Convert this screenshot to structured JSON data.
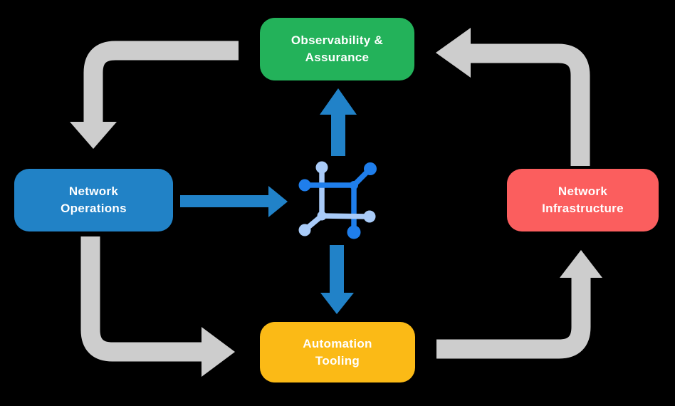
{
  "background_color": "#000000",
  "boxes": {
    "observability": {
      "label": "Observability & Assurance",
      "line1": "Observability &",
      "line2": "Assurance",
      "color": "#23B25A"
    },
    "network_operations": {
      "label": "Network Operations",
      "line1": "Network",
      "line2": "Operations",
      "color": "#2182C6"
    },
    "network_infrastructure": {
      "label": "Network Infrastructure",
      "line1": "Network",
      "line2": "Infrastructure",
      "color": "#FB5E5E"
    },
    "automation_tooling": {
      "label": "Automation Tooling",
      "line1": "Automation",
      "line2": "Tooling",
      "color": "#FBBA16"
    }
  },
  "center_icon": {
    "name": "network-mesh-icon",
    "dark_blue": "#1F7EEB",
    "light_blue": "#A9CBF8"
  },
  "arrows": {
    "gray_color": "#CDCDCD",
    "blue_color": "#2182C8",
    "gray_flow": [
      {
        "from": "Observability & Assurance",
        "to": "Network Operations"
      },
      {
        "from": "Network Operations",
        "to": "Automation Tooling"
      },
      {
        "from": "Automation Tooling",
        "to": "Network Infrastructure"
      },
      {
        "from": "Network Infrastructure",
        "to": "Observability & Assurance"
      }
    ],
    "blue_flow": [
      {
        "from": "Network Operations",
        "to": "center-icon"
      },
      {
        "from": "center-icon",
        "to": "Observability & Assurance"
      },
      {
        "from": "center-icon",
        "to": "Automation Tooling"
      }
    ]
  }
}
